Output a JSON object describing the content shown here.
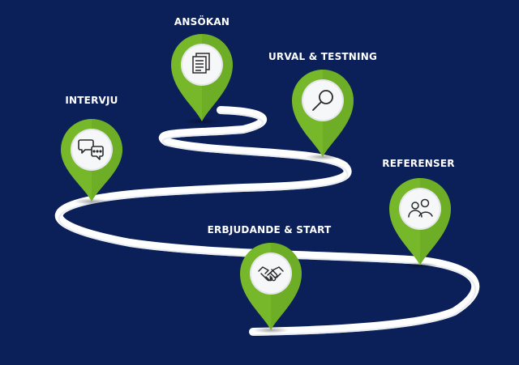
{
  "colors": {
    "background": "#0b1f58",
    "pin_green": "#76b82a",
    "pin_green_dark": "#5e9a1f",
    "road": "#ffffff",
    "icon_stroke": "#2b2b2b"
  },
  "steps": [
    {
      "id": "intervju",
      "label": "INTERVJU",
      "icon": "chat-bubbles-icon"
    },
    {
      "id": "ansokan",
      "label": "ANSÖKAN",
      "icon": "documents-icon"
    },
    {
      "id": "urval",
      "label": "URVAL & TESTNING",
      "icon": "magnifier-icon"
    },
    {
      "id": "referenser",
      "label": "REFERENSER",
      "icon": "people-icon"
    },
    {
      "id": "erbjudande",
      "label": "ERBJUDANDE & START",
      "icon": "handshake-icon"
    }
  ]
}
